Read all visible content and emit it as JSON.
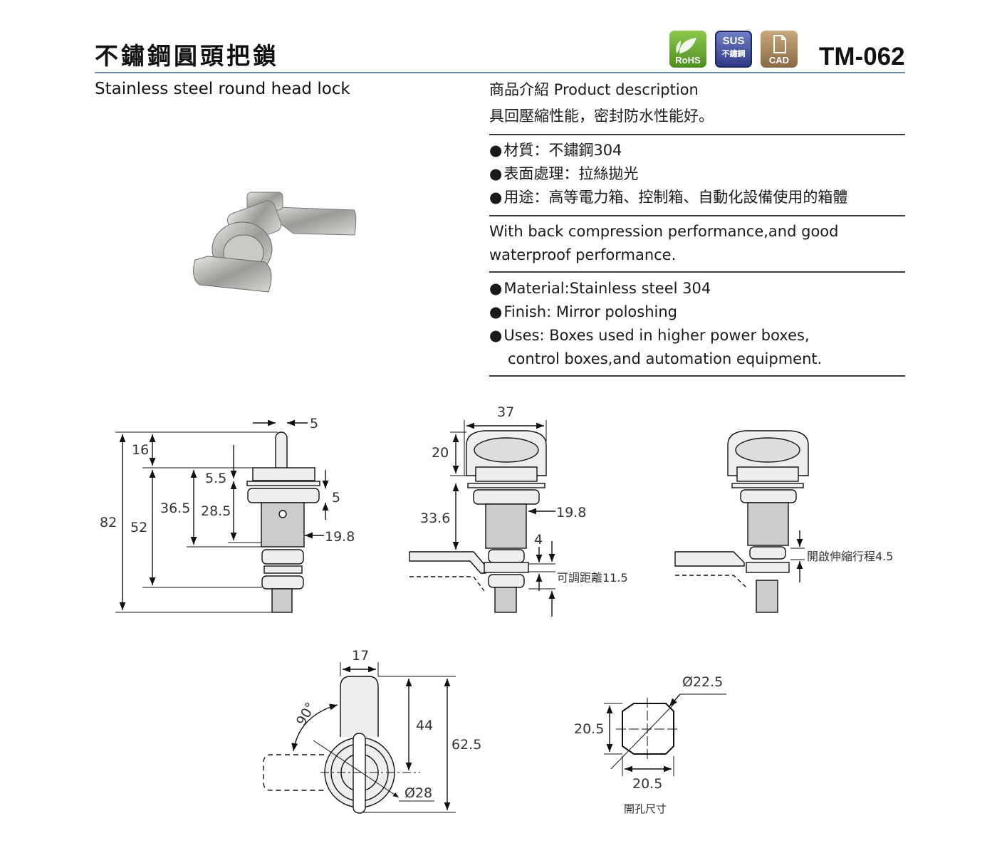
{
  "header": {
    "title_zh": "不鏽鋼圓頭把鎖",
    "title_en": "Stainless steel round head lock",
    "model": "TM-062",
    "badges": [
      {
        "name": "rohs-badge",
        "label": "RoHS",
        "color": "#6aa836"
      },
      {
        "name": "sus-badge",
        "label_top": "SUS",
        "label_bottom": "不鏽鋼",
        "color": "#3b4aa0"
      },
      {
        "name": "cad-badge",
        "label": "CAD",
        "color": "#a8865c"
      }
    ],
    "rule_color": "#6a8fb8"
  },
  "description": {
    "heading": "商品介紹 Product description",
    "summary_zh": "具回壓縮性能，密封防水性能好。",
    "specs_zh": [
      "材質：不鏽鋼304",
      "表面處理：拉絲拋光",
      "用途：高等電力箱、控制箱、自動化設備使用的箱體"
    ],
    "summary_en_line1": "With back compression performance,and good",
    "summary_en_line2": "waterproof performance.",
    "specs_en": [
      "Material:Stainless steel 304",
      "Finish: Mirror poloshing",
      "Uses: Boxes used in higher power boxes,"
    ],
    "specs_en_continuation": "control boxes,and automation equipment."
  },
  "drawings": {
    "side_view": {
      "d1": "5",
      "d2": "16",
      "d3": "5.5",
      "d4": "36.5",
      "d5": "28.5",
      "d6": "5",
      "d7": "19.8",
      "d8": "82",
      "d9": "52"
    },
    "front_view": {
      "width": "37",
      "head": "20",
      "body": "33.6",
      "thread": "19.8",
      "gap": "4",
      "adjust": "可調距離11.5"
    },
    "travel_view": {
      "travel": "開啟伸縮行程4.5"
    },
    "bottom_view": {
      "width": "17",
      "h1": "44",
      "h2": "62.5",
      "angle": "90°",
      "dia": "Ø28"
    },
    "cutout": {
      "dia": "Ø22.5",
      "h": "20.5",
      "w": "20.5",
      "caption": "開孔尺寸"
    }
  }
}
